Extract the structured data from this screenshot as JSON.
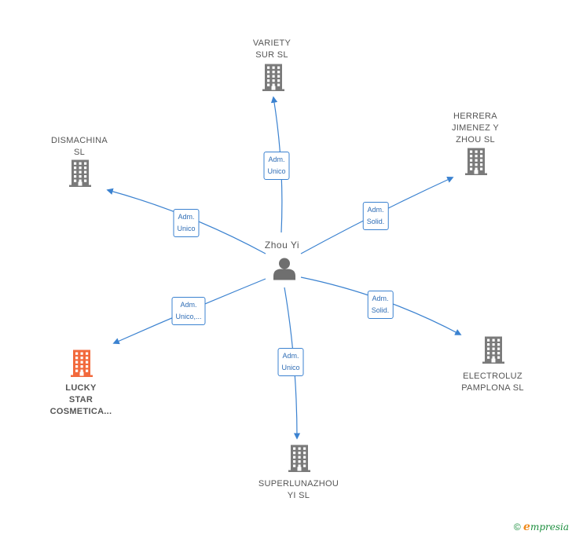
{
  "center": {
    "name": "Zhou Yi",
    "icon": "person-icon"
  },
  "nodes": [
    {
      "id": "variety",
      "name": "VARIETY\nSUR  SL",
      "icon": "building-icon",
      "highlight": false
    },
    {
      "id": "herrera",
      "name": "HERRERA\nJIMENEZ Y\nZHOU  SL",
      "icon": "building-icon",
      "highlight": false
    },
    {
      "id": "dismachina",
      "name": "DISMACHINA\nSL",
      "icon": "building-icon",
      "highlight": false
    },
    {
      "id": "electroluz",
      "name": "ELECTROLUZ\nPAMPLONA  SL",
      "icon": "building-icon",
      "highlight": false
    },
    {
      "id": "lucky",
      "name": "LUCKY\nSTAR\nCOSMETICA...",
      "icon": "building-icon",
      "highlight": true
    },
    {
      "id": "superluna",
      "name": "SUPERLUNAZHOU\nYI  SL",
      "icon": "building-icon",
      "highlight": false
    }
  ],
  "edges": [
    {
      "to": "variety",
      "label": "Adm.\nUnico"
    },
    {
      "to": "herrera",
      "label": "Adm.\nSolid."
    },
    {
      "to": "dismachina",
      "label": "Adm.\nUnico"
    },
    {
      "to": "electroluz",
      "label": "Adm.\nSolid."
    },
    {
      "to": "lucky",
      "label": "Adm.\nUnico,..."
    },
    {
      "to": "superluna",
      "label": "Adm.\nUnico"
    }
  ],
  "colors": {
    "edge": "#3b82d0",
    "building": "#7a7a7a",
    "highlight": "#f26a3d",
    "person": "#6f6f6f"
  },
  "footer": {
    "copyright": "©",
    "brand_initial": "e",
    "brand_rest": "mpresia"
  }
}
